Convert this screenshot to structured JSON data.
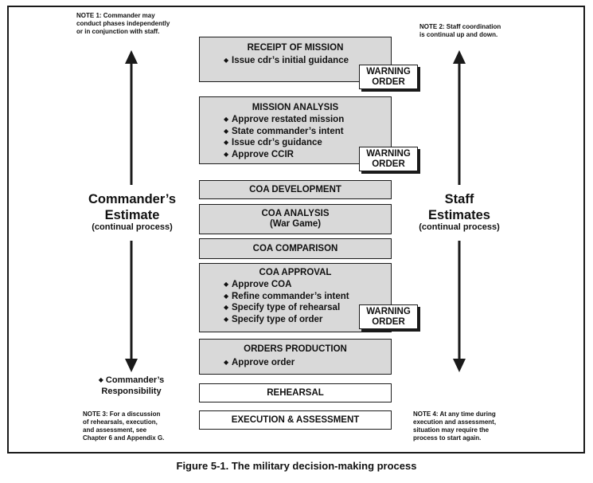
{
  "notes": {
    "note1": "NOTE 1:  Commander may\nconduct phases independently\nor in conjunction with staff.",
    "note2": "NOTE 2:  Staff coordination\nis continual up and down.",
    "note3": "NOTE 3:  For a discussion\nof rehearsals, execution,\nand assessment, see\nChapter 6 and Appendix G.",
    "note4": "NOTE 4:  At any time during\nexecution and assessment,\nsituation may require the\nprocess to start again."
  },
  "left": {
    "title_line1": "Commander’s",
    "title_line2": "Estimate",
    "subtitle": "(continual process)",
    "responsibility_line1": "Commander’s",
    "responsibility_line2": "Responsibility"
  },
  "right": {
    "title_line1": "Staff",
    "title_line2": "Estimates",
    "subtitle": "(continual process)"
  },
  "steps": [
    {
      "title": "RECEIPT OF MISSION",
      "bullets": [
        "Issue cdr’s initial guidance"
      ]
    },
    {
      "title": "MISSION ANALYSIS",
      "bullets": [
        "Approve restated mission",
        "State commander’s intent",
        "Issue cdr’s guidance",
        "Approve CCIR"
      ]
    },
    {
      "title": "COA DEVELOPMENT"
    },
    {
      "title": "COA ANALYSIS",
      "subtitle": "(War Game)"
    },
    {
      "title": "COA COMPARISON"
    },
    {
      "title": "COA APPROVAL",
      "bullets": [
        "Approve COA",
        "Refine commander’s intent",
        "Specify type of rehearsal",
        "Specify type of order"
      ]
    },
    {
      "title": "ORDERS PRODUCTION",
      "bullets": [
        "Approve order"
      ]
    },
    {
      "title": "REHEARSAL"
    },
    {
      "title": "EXECUTION & ASSESSMENT"
    }
  ],
  "warning_order": {
    "line1": "WARNING",
    "line2": "ORDER"
  },
  "caption": "Figure 5-1.  The military decision-making process"
}
